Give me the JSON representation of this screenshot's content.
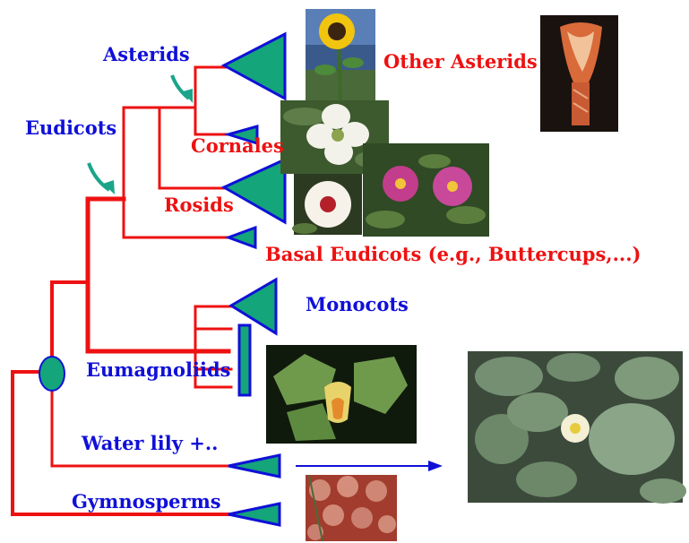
{
  "diagram": {
    "labels": {
      "asterids": "Asterids",
      "other_asterids": "Other Asterids",
      "eudicots": "Eudicots",
      "cornales": "Cornales",
      "rosids": "Rosids",
      "basal_eudicots": "Basal Eudicots (e.g., Buttercups,...)",
      "monocots": "Monocots",
      "eumagnoliids": "Eumagnoliids",
      "water_lily": "Water lily +..",
      "gymnosperms": "Gymnosperms"
    },
    "colors": {
      "tree_branch": "#ee1111",
      "clade_triangle": "#14a57a",
      "triangle_outline": "#1010d8",
      "blue_label": "#1010d8",
      "red_label": "#ee1111",
      "pointer_arrow": "#1aa58a"
    },
    "photos": [
      "sunflower-photo",
      "asterid-flower-photo",
      "dogwood-flower-photo",
      "wild-rose-photo",
      "hibiscus-photo",
      "tulip-tree-photo",
      "water-lily-photo",
      "conifer-cone-photo"
    ]
  }
}
